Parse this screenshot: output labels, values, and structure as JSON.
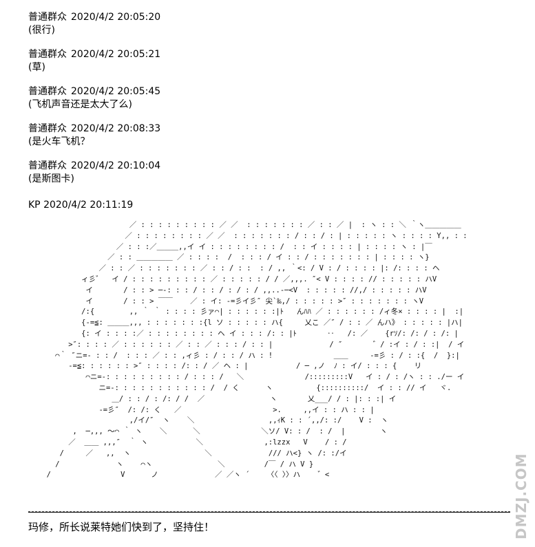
{
  "messages": [
    {
      "author": "普通群众",
      "time": "2020/4/2 20:05:20",
      "text": "(很行)"
    },
    {
      "author": "普通群众",
      "time": "2020/4/2 20:05:21",
      "text": "(草)"
    },
    {
      "author": "普通群众",
      "time": "2020/4/2 20:05:45",
      "text": "(飞机声音还是太大了么)"
    },
    {
      "author": "普通群众",
      "time": "2020/4/2 20:08:33",
      "text": "(是火车飞机？"
    },
    {
      "author": "普通群众",
      "time": "2020/4/2 20:10:04",
      "text": "(是斯图卡)"
    }
  ],
  "kp_header": "KP 2020/4/2 20:11:19",
  "ascii_art": "                        ／ : : : : : : : : : ／ ／  : : : : : : : ／ : : ／ |  : ヽ : : ＼ ｀ヽ＿＿＿＿＿\n                       ／ : : : : : : : : ／ ／  : : : : : : : / : : / : | : : : : : ヽ : : : : Y,, : : : イ⌒\n                     ／ : : :／＿＿＿,,イ イ : : : : : : : : /  : : イ : : : : | : : : : ヽ : |￣\n                   ／ : : ＿＿＿＿＿ ／ : : : :  /  : : : / イ : : / : : : : : : : | : : : : ヽ}\n                 ／ : : ／ : : : : : : : ／ : : / : :  : / ,, ｀<: / V : / : : : : |: /: : : : ヘ\n             ィ彡゛  イ / : : : : : : : : : ／ : : : : : / / ／,,,. ″< V : : : : // : : : : : ハV\n              イ       / : : > ─‐: : : / : : / : / : / ,,..-─<V  : : : : : //,/ : : : : : ハV\n              イ       / : : > ￣￣    ／ : イ: -=彡イ彡″ 尖`‰,/ : : : : : >″ : : : : : : : ヽV\n             /:{        ,, ｀ ｀ : : : : 彡ァ⌒| : : : : : :|ﾄ   んﾊﾊ ／ : : : : : : /ィ冬× : : : : |  :|\n             {-=≦: ＿＿＿,,, : : : : : : :{l ソ : : : : : ハ{     乂こ ／″ / : : ／ んハ》 : : : : : |ハ|\n             {: イ : : : :／ : : : : : : : : ヘ イ : : : /: : |ﾄ       ‥   /: ／    {rｿ/: /: / : /: |  |}!\n          >″: : : : ／ : : : : : : ／ : : ／ : : : / : : |             / ″       ゛/ :イ : / : :|  / イ|\n       ⌒｀ ″ニ=- : : /  : : : ／ : : ,ィ彡 : / : : / ハ : !              ＿＿     -=彡 : / : :{  /  }:|\n          -=≦: : : : : : >″ : : : : /: : / ／ ヘ : |           / ─ ,ノ  ﾉ : イ/ : : : {    リ\n              ⌒ニ=-: : : : : : : : : / : : : /   ＼              /:::::::::V   イ : / : /ヽ : : ./ー イ\n                 ニ=-: : : : : : : : : : : /  / く      ヽ          {::::::::::/  イ : : // イ   ヾ.\n                    ＿/ : : / : /: / /  ／               ヽ       乂___/ / : |: : :| イ\n                 -=彡″  /: /: く   ／                     >.     ,,イ : : ハ : : |\n                        ,/イ/″  ヽ    ＼                 ,,ｨK : : ´,,/: :/    V :  ヽ\n           ,  ─,,, ～⌒ ｀ ヽ    ＼      ＼              ＼ソ/ V: : /  : /  |        ヽ\n          ／  ＿＿ ,,,″  ｀ ヽ           ＼              ,:lzzx   V    / : /\n        /     ／   ,,  ヽ                 ＼             /// ハ<} ヽ /: :/イ\n       /             ヽ    ⌒ヽ               ＼         /￣ / ハ V }\n     /                V      ノ             ／ ／ヽ ´    〈〈 〉〉ハ    ゛<",
  "caption": "玛修，所长说莱特她们快到了，坚持住！",
  "watermark": "DMZJ.COM"
}
